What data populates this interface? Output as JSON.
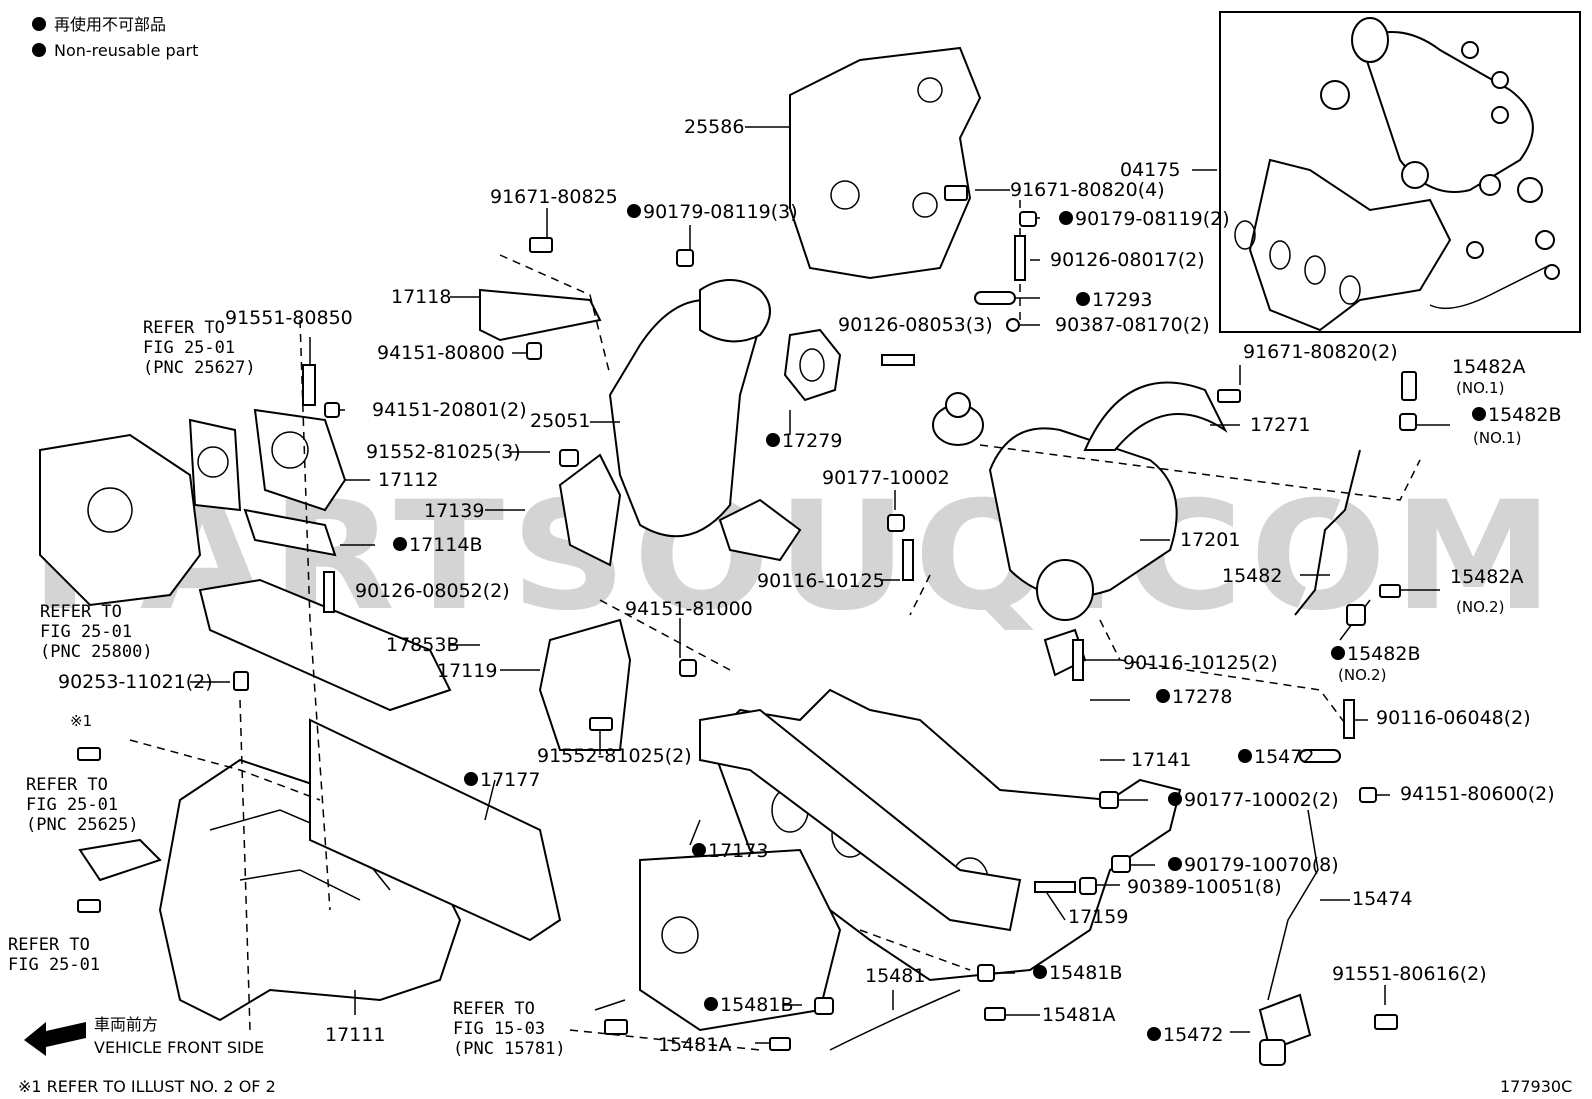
{
  "legend": {
    "line1": "再使用不可部品",
    "line2": "Non-reusable part"
  },
  "watermark": "PARTSOUQ.COM",
  "footer": {
    "front_jp": "車両前方",
    "front_en": "VEHICLE FRONT SIDE",
    "note": "※1  REFER TO ILLUST NO. 2 OF 2",
    "illustration_number": "177930C"
  },
  "references": {
    "ref_25627": [
      "REFER TO",
      "FIG 25-01",
      "(PNC 25627)"
    ],
    "ref_25800": [
      "REFER TO",
      "FIG 25-01",
      "(PNC 25800)"
    ],
    "ref_25625": [
      "REFER TO",
      "FIG 25-01",
      "(PNC 25625)"
    ],
    "ref_2501": [
      "REFER TO",
      "FIG 25-01"
    ],
    "ref_15781": [
      "REFER TO",
      "FIG 15-03",
      "(PNC 15781)"
    ]
  },
  "note_marker": "※1",
  "callouts": [
    {
      "text": "25586",
      "bullet": false
    },
    {
      "text": "04175",
      "bullet": false
    },
    {
      "text": "91671-80825",
      "bullet": false
    },
    {
      "text": "90179-08119(3)",
      "bullet": true
    },
    {
      "text": "91671-80820(4)",
      "bullet": false
    },
    {
      "text": "90179-08119(2)",
      "bullet": true
    },
    {
      "text": "90126-08017(2)",
      "bullet": false
    },
    {
      "text": "17118",
      "bullet": false
    },
    {
      "text": "17293",
      "bullet": true
    },
    {
      "text": "91551-80850",
      "bullet": false
    },
    {
      "text": "90126-08053(3)",
      "bullet": false
    },
    {
      "text": "90387-08170(2)",
      "bullet": false
    },
    {
      "text": "94151-80800",
      "bullet": false
    },
    {
      "text": "91671-80820(2)",
      "bullet": false
    },
    {
      "text": "15482A",
      "bullet": false
    },
    {
      "text": "94151-20801(2)",
      "bullet": false
    },
    {
      "text": "25051",
      "bullet": false
    },
    {
      "text": "17271",
      "bullet": false
    },
    {
      "text": "15482B",
      "bullet": true
    },
    {
      "text": "17279",
      "bullet": true
    },
    {
      "text": "91552-81025(3)",
      "bullet": false
    },
    {
      "text": "17112",
      "bullet": false
    },
    {
      "text": "90177-10002",
      "bullet": false
    },
    {
      "text": "17139",
      "bullet": false
    },
    {
      "text": "17201",
      "bullet": false
    },
    {
      "text": "17114B",
      "bullet": true
    },
    {
      "text": "15482",
      "bullet": false
    },
    {
      "text": "90116-10125",
      "bullet": false
    },
    {
      "text": "15482A",
      "bullet": false
    },
    {
      "text": "90126-08052(2)",
      "bullet": false
    },
    {
      "text": "94151-81000",
      "bullet": false
    },
    {
      "text": "17853B",
      "bullet": false
    },
    {
      "text": "15482B",
      "bullet": true
    },
    {
      "text": "17119",
      "bullet": false
    },
    {
      "text": "90116-10125(2)",
      "bullet": false
    },
    {
      "text": "90253-11021(2)",
      "bullet": false
    },
    {
      "text": "17278",
      "bullet": true
    },
    {
      "text": "90116-06048(2)",
      "bullet": false
    },
    {
      "text": "91552-81025(2)",
      "bullet": false
    },
    {
      "text": "15472",
      "bullet": true
    },
    {
      "text": "17141",
      "bullet": false
    },
    {
      "text": "17177",
      "bullet": true
    },
    {
      "text": "94151-80600(2)",
      "bullet": false
    },
    {
      "text": "90177-10002(2)",
      "bullet": true
    },
    {
      "text": "17173",
      "bullet": true
    },
    {
      "text": "90179-10070(8)",
      "bullet": true
    },
    {
      "text": "90389-10051(8)",
      "bullet": false
    },
    {
      "text": "15474",
      "bullet": false
    },
    {
      "text": "17159",
      "bullet": false
    },
    {
      "text": "15481",
      "bullet": false
    },
    {
      "text": "15481B",
      "bullet": true
    },
    {
      "text": "91551-80616(2)",
      "bullet": false
    },
    {
      "text": "15481B",
      "bullet": true
    },
    {
      "text": "15481A",
      "bullet": false
    },
    {
      "text": "15481A",
      "bullet": false
    },
    {
      "text": "15472",
      "bullet": true
    },
    {
      "text": "17111",
      "bullet": false
    }
  ],
  "subcallouts": [
    "(NO.1)",
    "(NO.1)",
    "(NO.2)",
    "(NO.2)"
  ]
}
